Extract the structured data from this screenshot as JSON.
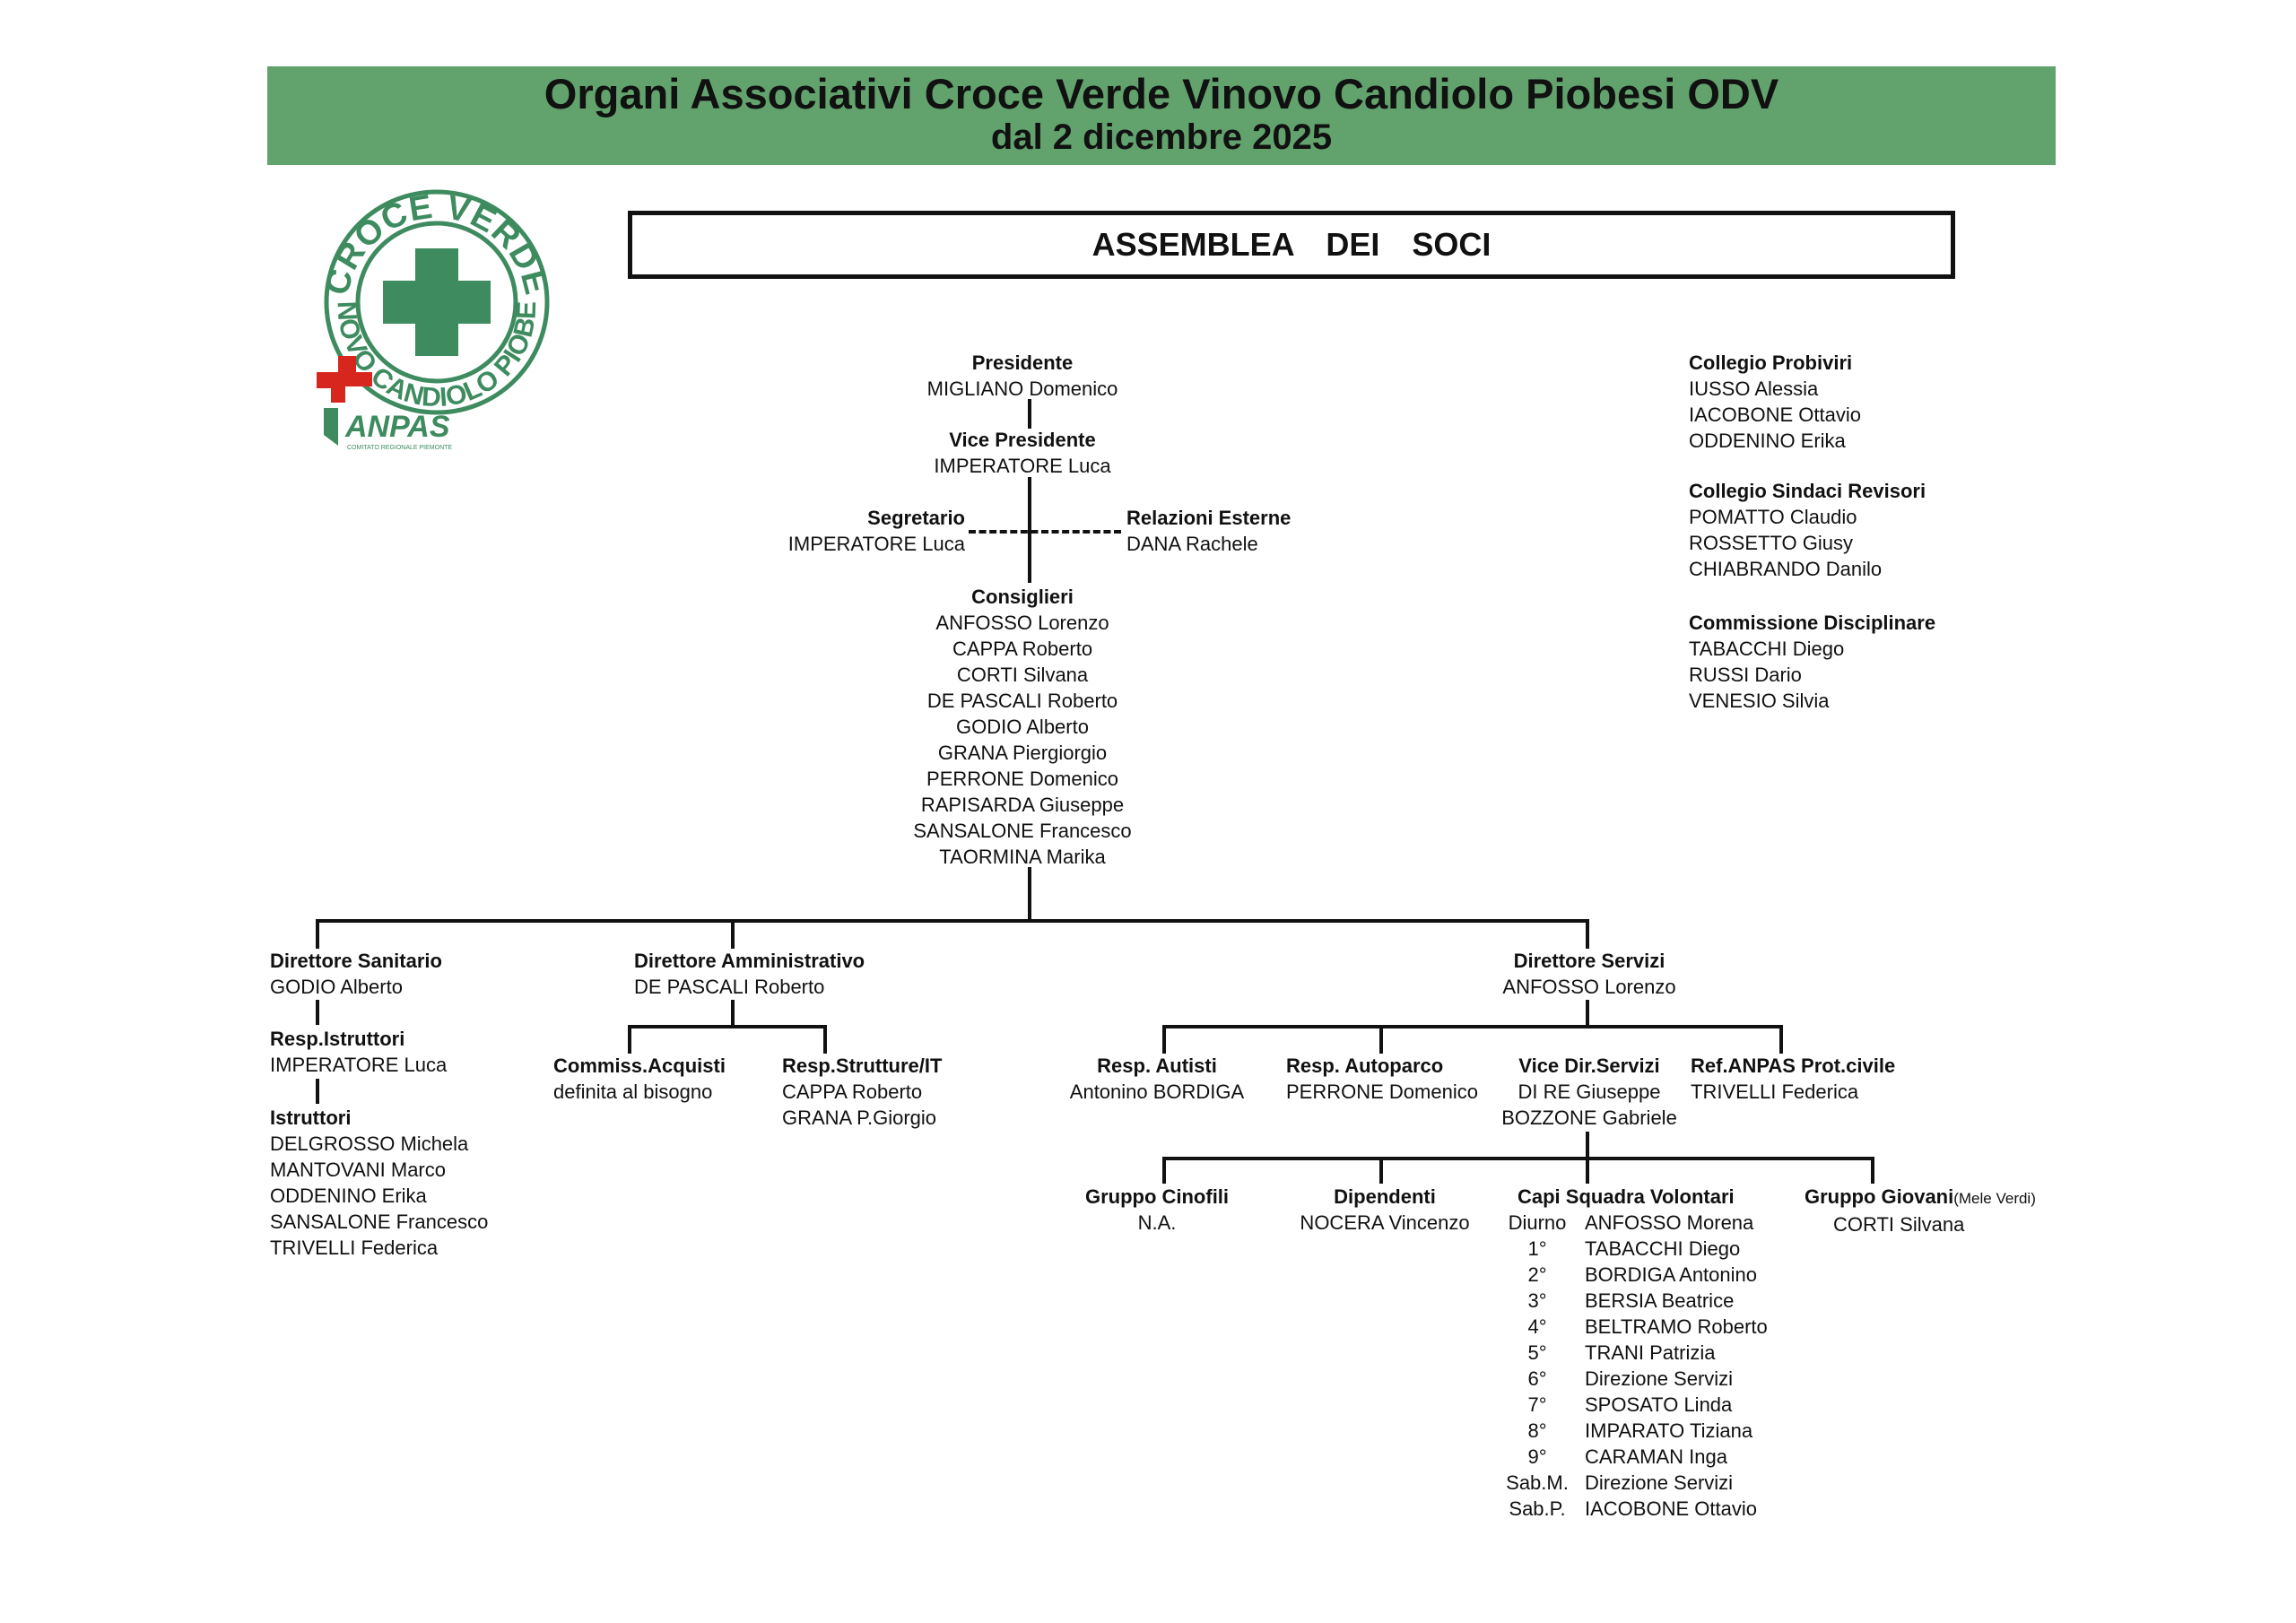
{
  "header": {
    "title": "Organi Associativi Croce Verde Vinovo Candiolo Piobesi ODV",
    "subtitle": "dal  2 dicembre 2025"
  },
  "logo": {
    "ring_top": "CROCE VERDE",
    "ring_bottom": "VINOVO CANDIOLO PIOBESI",
    "anpas": "ANPAS",
    "anpas_sub": "COMITATO REGIONALE PIEMONTE",
    "colors": {
      "green": "#3d8b5e",
      "red": "#d7261e"
    }
  },
  "assembly": {
    "label": "ASSEMBLEA DEI SOCI"
  },
  "board": {
    "president": {
      "title": "Presidente",
      "name": "MIGLIANO Domenico"
    },
    "vice_president": {
      "title": "Vice Presidente",
      "name": "IMPERATORE Luca"
    },
    "secretary": {
      "title": "Segretario",
      "name": "IMPERATORE Luca"
    },
    "external_relations": {
      "title": "Relazioni Esterne",
      "name": "DANA Rachele"
    },
    "councillors": {
      "title": "Consiglieri",
      "names": [
        "ANFOSSO Lorenzo",
        "CAPPA Roberto",
        "CORTI Silvana",
        "DE PASCALI Roberto",
        "GODIO Alberto",
        "GRANA Piergiorgio",
        "PERRONE Domenico",
        "RAPISARDA Giuseppe",
        "SANSALONE Francesco",
        "TAORMINA Marika"
      ]
    }
  },
  "committees": [
    {
      "title": "Collegio Probiviri",
      "names": [
        "IUSSO Alessia",
        "IACOBONE Ottavio",
        "ODDENINO Erika"
      ]
    },
    {
      "title": "Collegio Sindaci Revisori",
      "names": [
        "POMATTO Claudio",
        "ROSSETTO Giusy",
        "CHIABRANDO Danilo"
      ]
    },
    {
      "title": "Commissione Disciplinare",
      "names": [
        "TABACCHI Diego",
        "RUSSI Dario",
        "VENESIO Silvia"
      ]
    }
  ],
  "medical": {
    "director": {
      "title": "Direttore Sanitario",
      "name": "GODIO Alberto"
    },
    "instructors_head": {
      "title": "Resp.Istruttori",
      "name": "IMPERATORE Luca"
    },
    "instructors": {
      "title": "Istruttori",
      "names": [
        "DELGROSSO Michela",
        "MANTOVANI Marco",
        "ODDENINO Erika",
        "SANSALONE Francesco",
        "TRIVELLI Federica"
      ]
    }
  },
  "admin": {
    "director": {
      "title": "Direttore Amministrativo",
      "name": "DE PASCALI Roberto"
    },
    "purchasing": {
      "title": "Commiss.Acquisti",
      "name": "definita al bisogno"
    },
    "facilities": {
      "title": "Resp.Strutture/IT",
      "names": [
        "CAPPA Roberto",
        "GRANA P.Giorgio"
      ]
    }
  },
  "services": {
    "director": {
      "title": "Direttore Servizi",
      "name": "ANFOSSO Lorenzo"
    },
    "drivers": {
      "title": "Resp. Autisti",
      "name": "Antonino BORDIGA"
    },
    "fleet": {
      "title": "Resp. Autoparco",
      "name": "PERRONE Domenico"
    },
    "vice_director": {
      "title": "Vice Dir.Servizi",
      "names": [
        "DI RE Giuseppe",
        "BOZZONE Gabriele"
      ]
    },
    "civil_protection": {
      "title": "Ref.ANPAS Prot.civile",
      "name": "TRIVELLI Federica"
    },
    "dogs": {
      "title": "Gruppo Cinofili",
      "name": "N.A."
    },
    "employees": {
      "title": "Dipendenti",
      "name": "NOCERA Vincenzo"
    },
    "crew_leaders": {
      "title": "Capi Squadra Volontari",
      "rows": [
        {
          "shift": "Diurno",
          "name": "ANFOSSO Morena"
        },
        {
          "shift": "1°",
          "name": "TABACCHI Diego"
        },
        {
          "shift": "2°",
          "name": "BORDIGA Antonino"
        },
        {
          "shift": "3°",
          "name": "BERSIA Beatrice"
        },
        {
          "shift": "4°",
          "name": "BELTRAMO Roberto"
        },
        {
          "shift": "5°",
          "name": "TRANI Patrizia"
        },
        {
          "shift": "6°",
          "name": "Direzione Servizi"
        },
        {
          "shift": "7°",
          "name": "SPOSATO Linda"
        },
        {
          "shift": "8°",
          "name": "IMPARATO Tiziana"
        },
        {
          "shift": "9°",
          "name": "CARAMAN Inga"
        },
        {
          "shift": "Sab.M.",
          "name": "Direzione Servizi"
        },
        {
          "shift": "Sab.P.",
          "name": "IACOBONE Ottavio"
        }
      ]
    },
    "youth": {
      "title": "Gruppo Giovani",
      "note": "(Mele Verdi)",
      "name": "CORTI Silvana"
    }
  }
}
